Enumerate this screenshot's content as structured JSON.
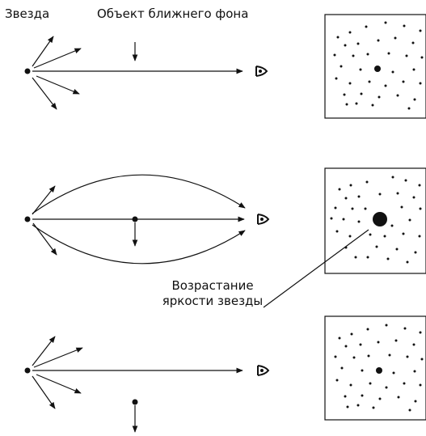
{
  "labels": {
    "star": "Звезда",
    "near_object": "Объект ближнего фона",
    "brightening": "Возрастание яркости звезды"
  },
  "colors": {
    "ink": "#111111",
    "background": "#ffffff"
  },
  "rows": [
    {
      "id": "row-before",
      "lensing": false,
      "star_brightness": "normal"
    },
    {
      "id": "row-lensing",
      "lensing": true,
      "star_brightness": "increased"
    },
    {
      "id": "row-after",
      "lensing": false,
      "star_brightness": "normal"
    }
  ]
}
